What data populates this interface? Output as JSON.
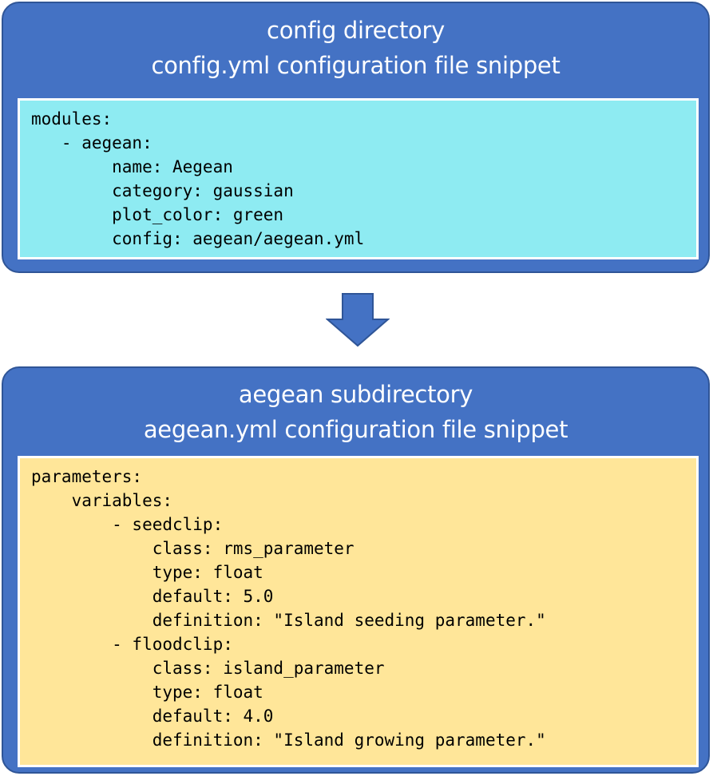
{
  "top_panel": {
    "title_lines": [
      "config directory",
      "config.yml configuration file snippet"
    ],
    "code_lines": [
      "modules:",
      "   - aegean:",
      "        name: Aegean",
      "        category: gaussian",
      "        plot_color: green",
      "        config: aegean/aegean.yml"
    ],
    "panel_color": "#4472C4",
    "code_background": "#8EEBF2"
  },
  "bottom_panel": {
    "title_lines": [
      "aegean subdirectory",
      "aegean.yml configuration file snippet"
    ],
    "code_lines": [
      "parameters:",
      "    variables:",
      "        - seedclip:",
      "            class: rms_parameter",
      "            type: float",
      "            default: 5.0",
      "            definition: \"Island seeding parameter.\"",
      "        - floodclip:",
      "            class: island_parameter",
      "            type: float",
      "            default: 4.0",
      "            definition: \"Island growing parameter.\""
    ],
    "panel_color": "#4472C4",
    "code_background": "#FFE699"
  },
  "arrow": {
    "icon": "down-arrow-icon",
    "color": "#4472C4"
  }
}
